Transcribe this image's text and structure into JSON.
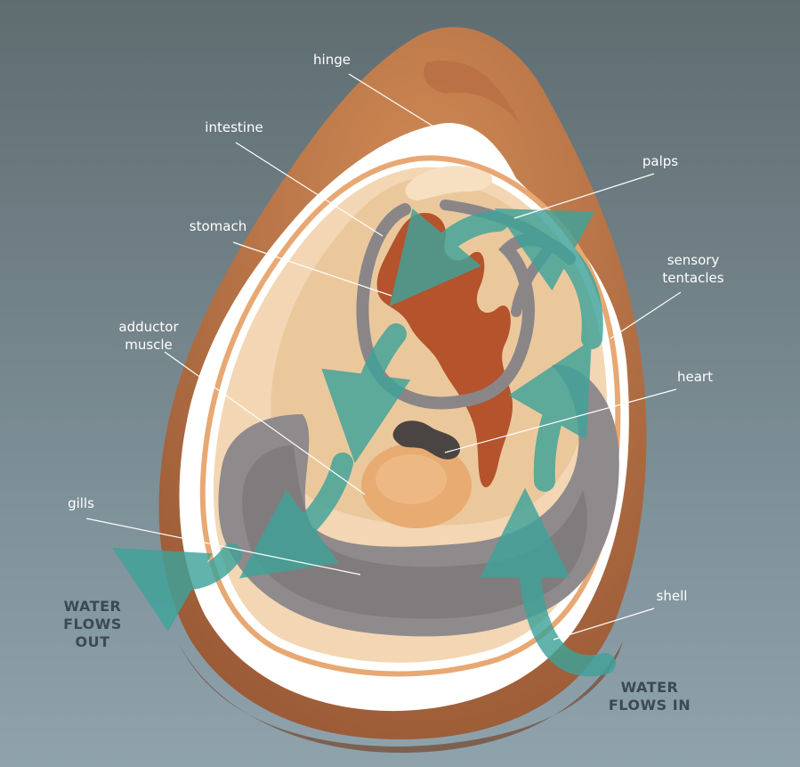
{
  "labels": {
    "hinge": "hinge",
    "intestine": "intestine",
    "palps": "palps",
    "stomach": "stomach",
    "sensory_1": "sensory",
    "sensory_2": "tentacles",
    "adductor_1": "adductor",
    "adductor_2": "muscle",
    "heart": "heart",
    "gills": "gills",
    "shell": "shell"
  },
  "flow_out": [
    "WATER",
    "FLOWS",
    "OUT"
  ],
  "flow_in": [
    "WATER",
    "FLOWS IN"
  ],
  "colors": {
    "background_top": "#5f6d71",
    "background_bottom": "#8fa3ad",
    "shell_outer": "#a0603a",
    "shell_rim": "#c2784a",
    "shell_edge": "#7a5a47",
    "mantle_white": "#ffffff",
    "mantle_ring": "#e8a873",
    "body_cream": "#f0d2ad",
    "body_inner": "#ebc89c",
    "adductor": "#e8ab72",
    "stomach": "#b4532c",
    "gills": "#8f8a8c",
    "gills_dark": "#6e6a6b",
    "intestine": "#8a8688",
    "heart": "#4a4442",
    "arrow_teal": "#3fa39a",
    "flow_text": "#3c4a52"
  }
}
